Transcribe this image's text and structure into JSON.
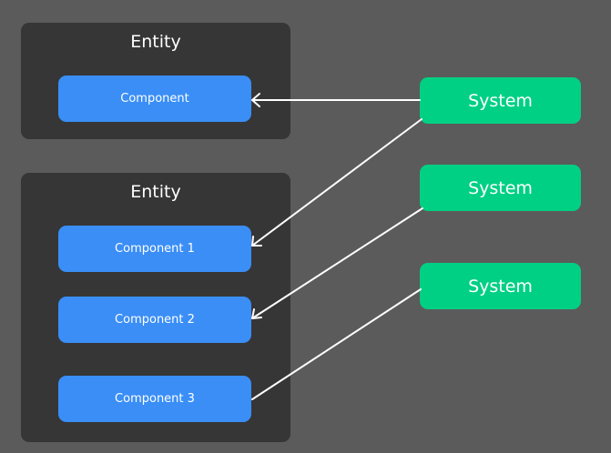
{
  "colors": {
    "background": "#5b5b5b",
    "entity": "#363636",
    "component": "#3a8ef6",
    "system": "#00d084",
    "connector": "#ffffff"
  },
  "entities": [
    {
      "title": "Entity",
      "components": [
        "Component"
      ]
    },
    {
      "title": "Entity",
      "components": [
        "Component 1",
        "Component 2",
        "Component 3"
      ]
    }
  ],
  "systems": [
    "System",
    "System",
    "System"
  ],
  "connections": [
    {
      "from": "system-1",
      "to": "entity-1-component-1",
      "arrowhead": true
    },
    {
      "from": "system-1",
      "to": "entity-2-component-1",
      "arrowhead": true
    },
    {
      "from": "system-2",
      "to": "entity-2-component-2",
      "arrowhead": true
    },
    {
      "from": "system-3",
      "to": "entity-2-component-3",
      "arrowhead": false
    }
  ]
}
